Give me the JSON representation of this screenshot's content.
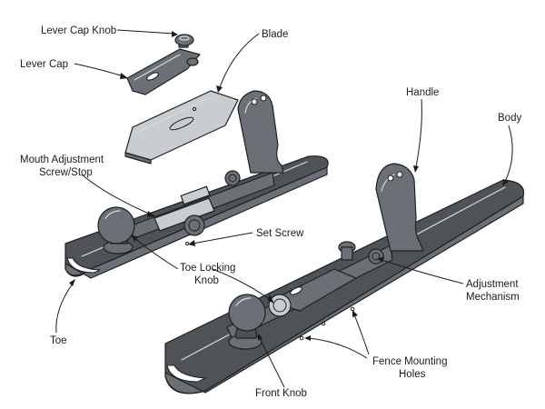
{
  "labels": {
    "lever_cap_knob": "Lever Cap Knob",
    "lever_cap": "Lever Cap",
    "blade": "Blade",
    "mouth_adjustment_1": "Mouth Adjustment",
    "mouth_adjustment_2": "Screw/Stop",
    "set_screw": "Set Screw",
    "toe_locking_1": "Toe Locking",
    "toe_locking_2": "Knob",
    "toe": "Toe",
    "handle": "Handle",
    "body": "Body",
    "adjustment_1": "Adjustment",
    "adjustment_2": "Mechanism",
    "fence_mounting_1": "Fence Mounting",
    "fence_mounting_2": "Holes",
    "front_knob": "Front Knob"
  }
}
